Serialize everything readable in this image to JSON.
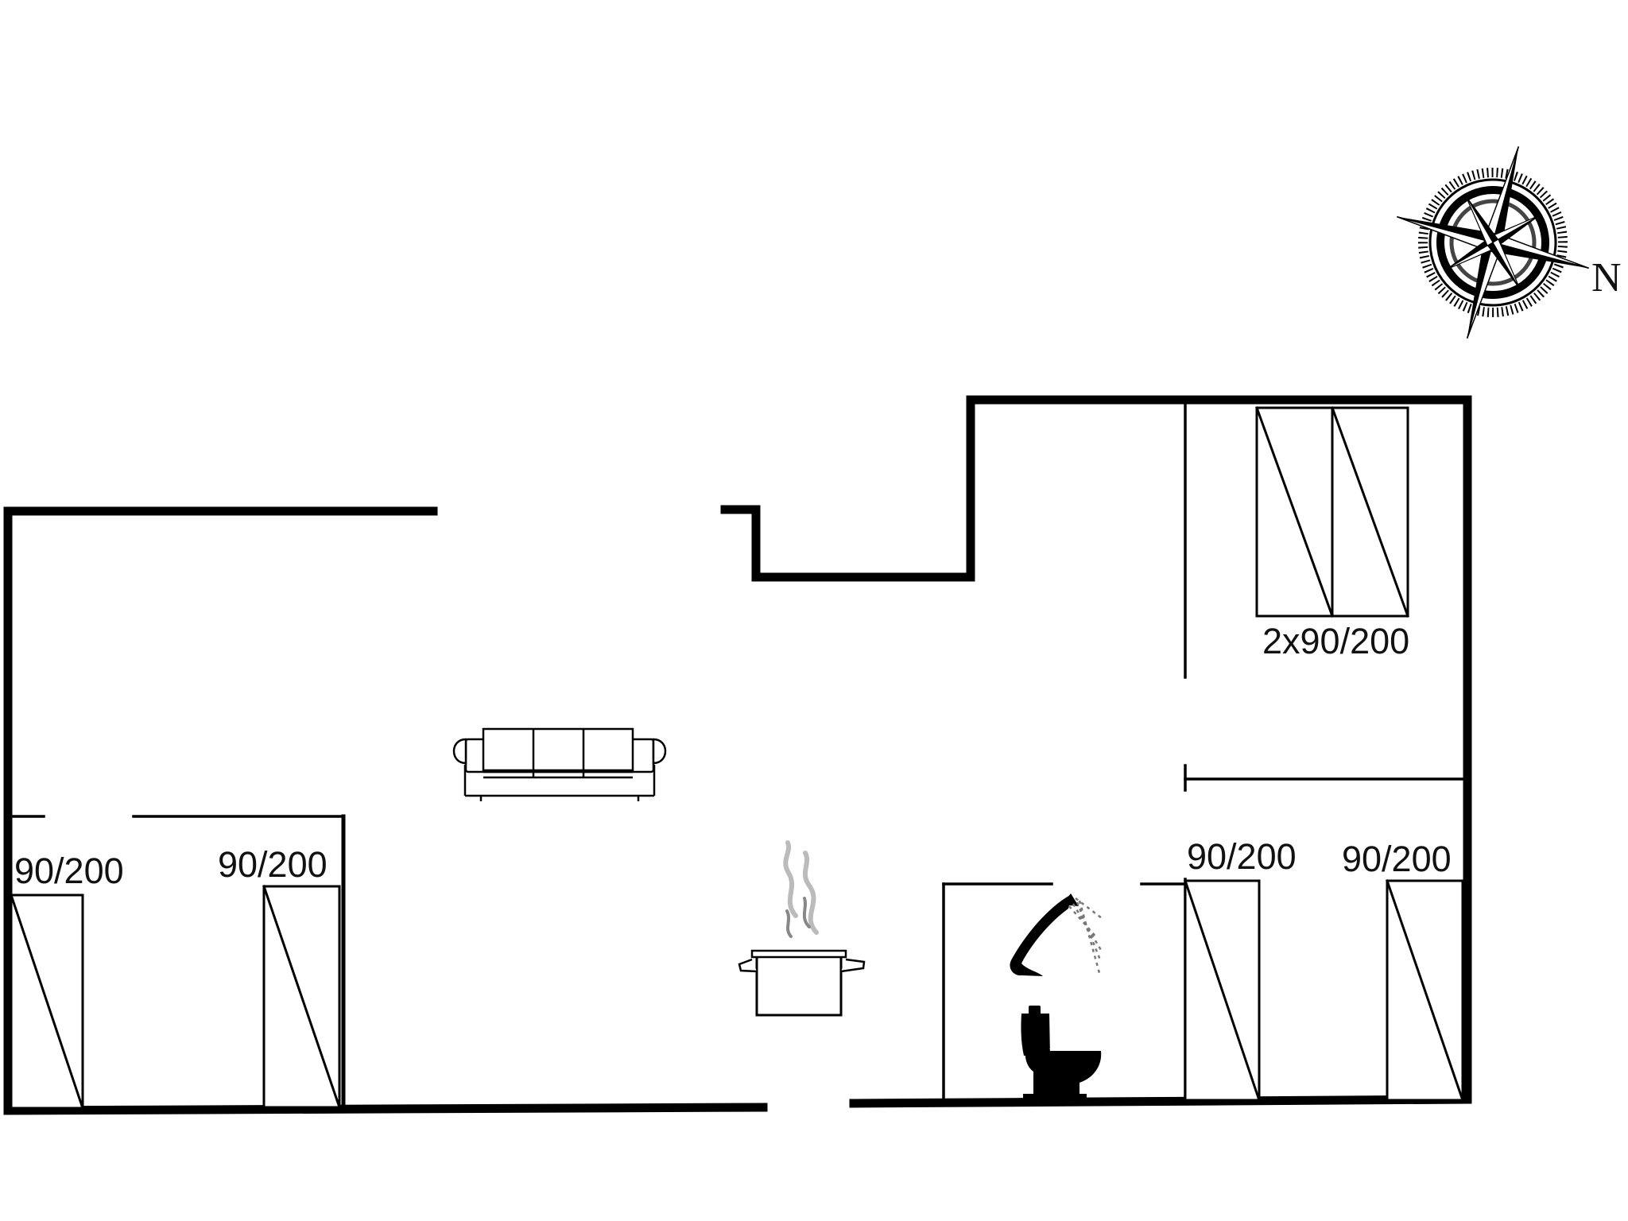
{
  "compass": {
    "north_label": "N"
  },
  "beds": {
    "room_top_right": "2x90/200",
    "room_left_a": "90/200",
    "room_left_b": "90/200",
    "room_bottom_right_a": "90/200",
    "room_bottom_right_b": "90/200"
  },
  "icons": [
    "compass-rose-icon",
    "sofa-icon",
    "cooking-pot-icon",
    "shower-icon",
    "toilet-icon"
  ]
}
